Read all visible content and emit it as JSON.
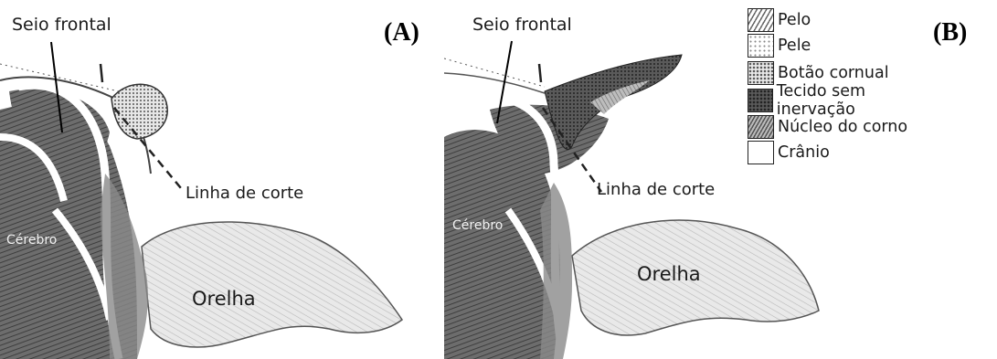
{
  "panel_a": {
    "letter": "(A)",
    "labels": {
      "seio_frontal": "Seio frontal",
      "linha_de_corte": "Linha de corte",
      "cerebro": "Cérebro",
      "orelha": "Orelha"
    }
  },
  "panel_b": {
    "letter": "(B)",
    "labels": {
      "seio_frontal": "Seio frontal",
      "linha_de_corte": "Linha de corte",
      "cerebro": "Cérebro",
      "orelha": "Orelha"
    }
  },
  "legend": [
    {
      "label": "Pelo",
      "pattern": "pelo"
    },
    {
      "label": "Pele",
      "pattern": "pele"
    },
    {
      "label": "Botão cornual",
      "pattern": "botao"
    },
    {
      "label": "Tecido sem inervação",
      "pattern": "tecido"
    },
    {
      "label": "Núcleo do corno",
      "pattern": "nucleo"
    },
    {
      "label": "Crânio",
      "pattern": "cranio"
    }
  ]
}
